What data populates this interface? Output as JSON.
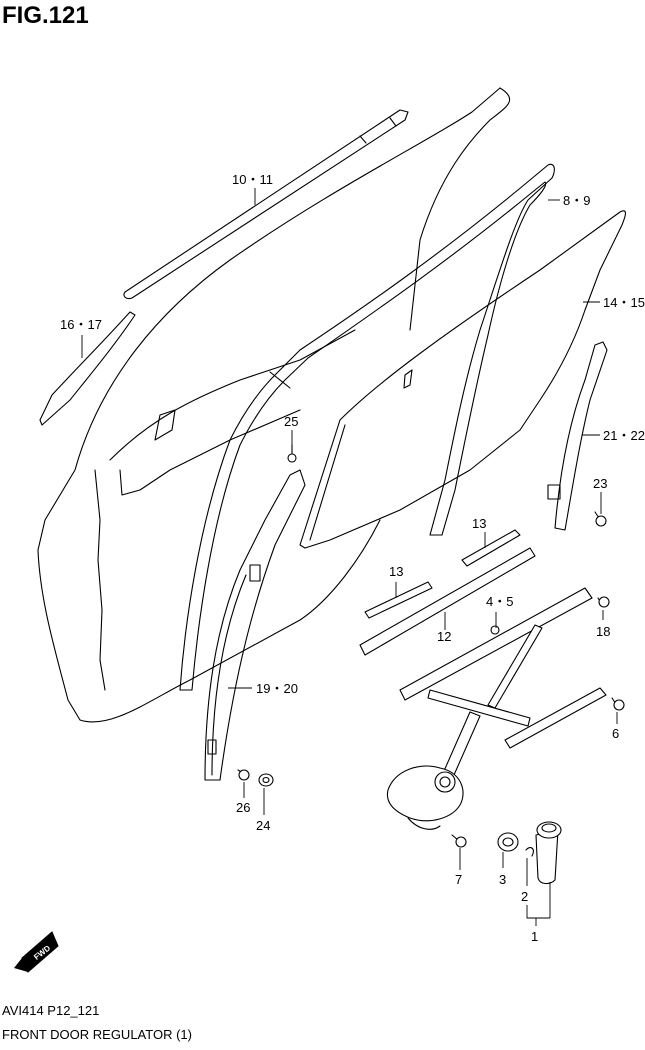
{
  "figure": {
    "title": "FIG.121",
    "code": "AVI414 P12_121",
    "caption": "FRONT DOOR REGULATOR (1)"
  },
  "callouts": {
    "c10_11": "10・11",
    "c8_9": "8・9",
    "c16_17": "16・17",
    "c14_15": "14・15",
    "c25": "25",
    "c21_22": "21・22",
    "c23": "23",
    "c13a": "13",
    "c13b": "13",
    "c4_5": "4・5",
    "c12": "12",
    "c18": "18",
    "c19_20": "19・20",
    "c6": "6",
    "c26": "26",
    "c24": "24",
    "c7": "7",
    "c3": "3",
    "c2": "2",
    "c1": "1"
  },
  "fwd_badge": "FWD"
}
